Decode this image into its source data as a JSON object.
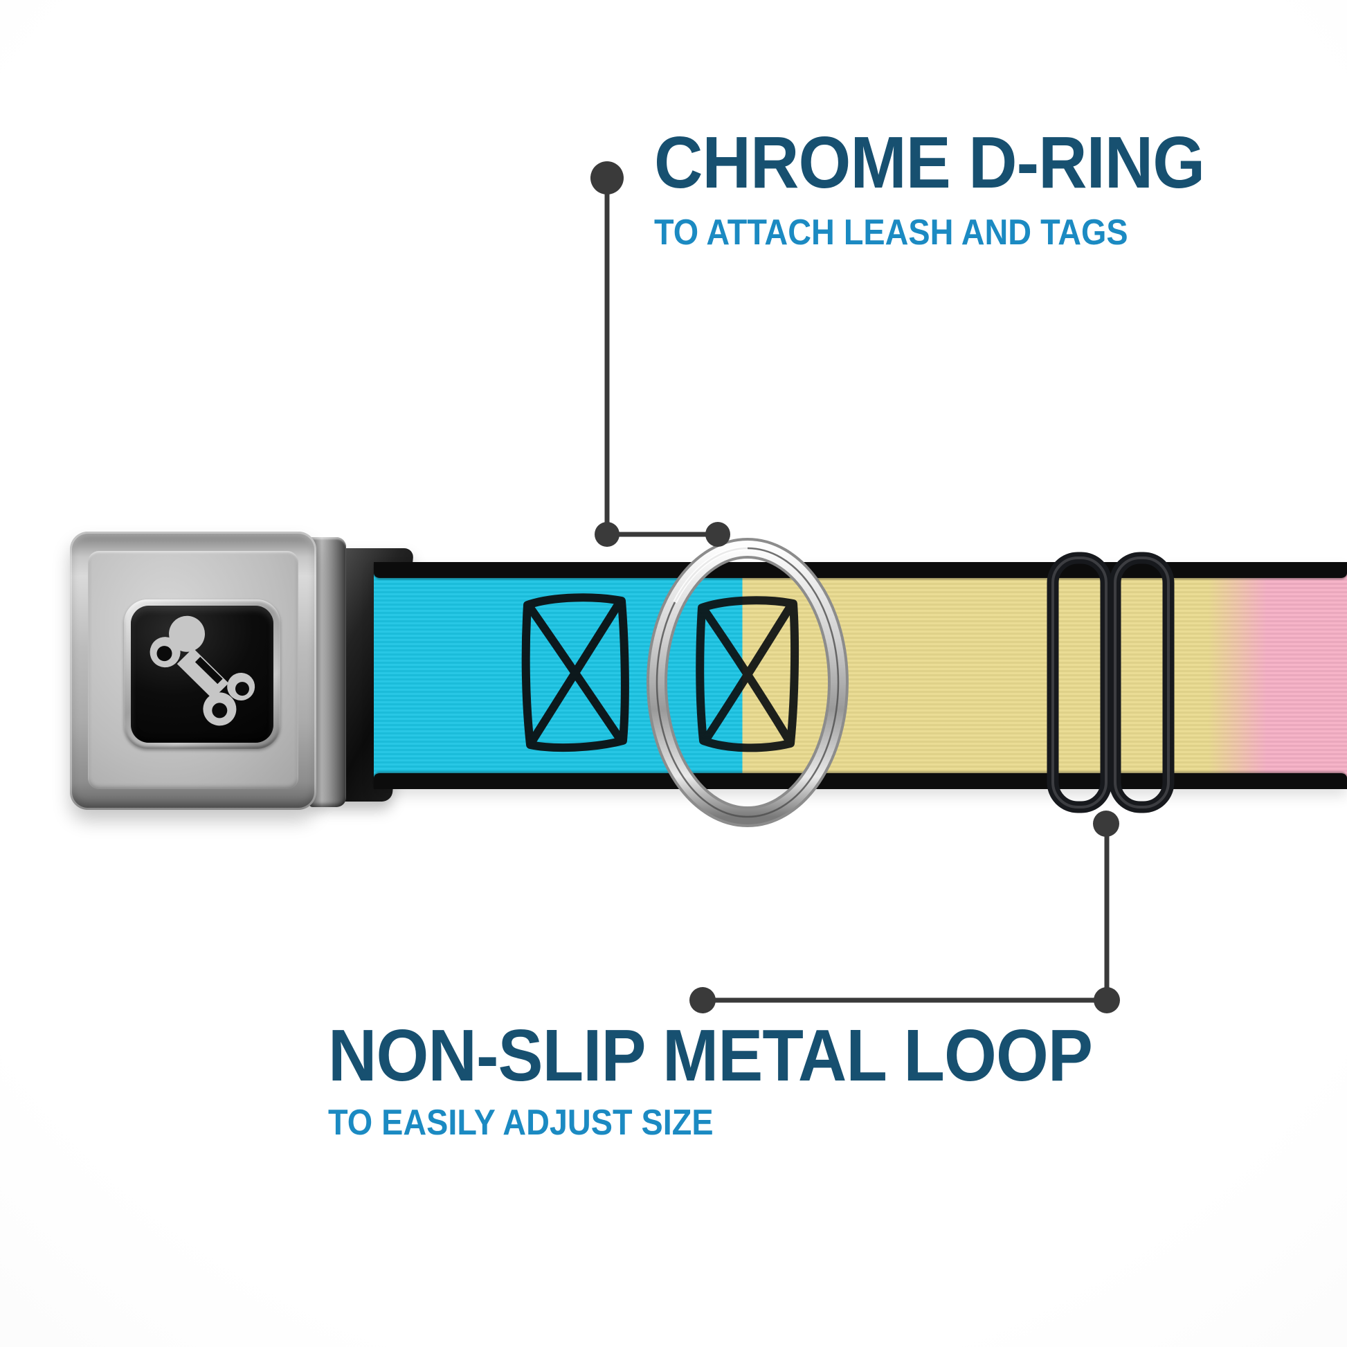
{
  "page": {
    "type": "product feature callout image",
    "background_color": "#ffffff",
    "callout_color": "#3a3a3a"
  },
  "annotations": {
    "top": {
      "title": "CHROME D-RING",
      "subtitle": "TO ATTACH LEASH AND TAGS",
      "title_color": "#175070",
      "subtitle_color": "#1b8ac2"
    },
    "bottom": {
      "title": "NON-SLIP METAL LOOP",
      "subtitle": "TO EASILY ADJUST SIZE",
      "title_color": "#175070",
      "subtitle_color": "#1b8ac2"
    }
  },
  "product": {
    "item": "dog collar with seatbelt-style buckle",
    "buckle_icon": "dog-bone",
    "buckle_finish": "brushed silver with black emblem square",
    "strap_pattern": "hand-drawn X boxes on color-block webbing",
    "strap_colors": {
      "turquoise": "#1cc4e4",
      "yellow": "#e9da8f",
      "pink": "#f5b0c5",
      "edge_trim": "#0c0c0c"
    },
    "hardware": {
      "d_ring": "chrome",
      "adjuster_loop": "black metal"
    }
  }
}
